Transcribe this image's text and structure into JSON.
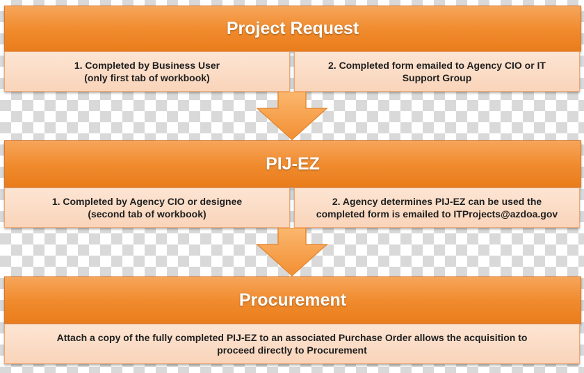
{
  "stages": [
    {
      "title": "Project Request",
      "steps": [
        {
          "line1": "1. Completed by Business User",
          "line2": "(only first tab of workbook)"
        },
        {
          "line1": "2. Completed form emailed to Agency CIO or IT",
          "line2": "Support Group"
        }
      ]
    },
    {
      "title": "PIJ-EZ",
      "steps": [
        {
          "line1": "1. Completed by Agency CIO or designee",
          "line2": "(second tab of workbook)"
        },
        {
          "line1": "2. Agency determines PIJ-EZ can be used the",
          "line2": "completed form is emailed to ITProjects@azdoa.gov"
        }
      ]
    },
    {
      "title": "Procurement",
      "note": {
        "line1": "Attach a copy of the fully completed PIJ-EZ to an associated Purchase Order allows the acquisition to",
        "line2": "proceed directly to Procurement"
      }
    }
  ],
  "colors": {
    "header": "#f08a2c",
    "box": "#fbdcc5",
    "arrow": "#f6a04a"
  }
}
